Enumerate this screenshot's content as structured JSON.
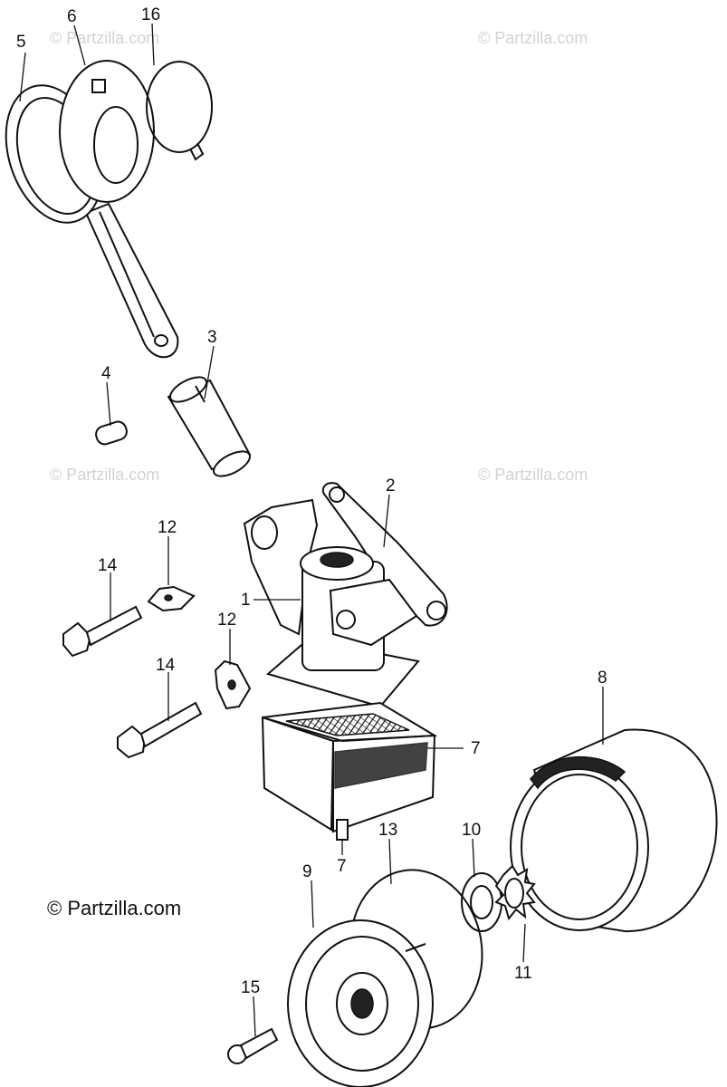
{
  "watermarks": [
    "© Partzilla.com",
    "© Partzilla.com",
    "© Partzilla.com",
    "© Partzilla.com"
  ],
  "copyright": "© Partzilla.com",
  "callouts": {
    "c5": "5",
    "c6": "6",
    "c16": "16",
    "c3": "3",
    "c4": "4",
    "c2": "2",
    "c12a": "12",
    "c14a": "14",
    "c1": "1",
    "c12b": "12",
    "c14b": "14",
    "c8": "8",
    "c7a": "7",
    "c7b": "7",
    "c13": "13",
    "c10": "10",
    "c9": "9",
    "c11": "11",
    "c15": "15"
  },
  "colors": {
    "line": "#111111",
    "watermark": "#d2d2d2",
    "background": "#ffffff"
  }
}
